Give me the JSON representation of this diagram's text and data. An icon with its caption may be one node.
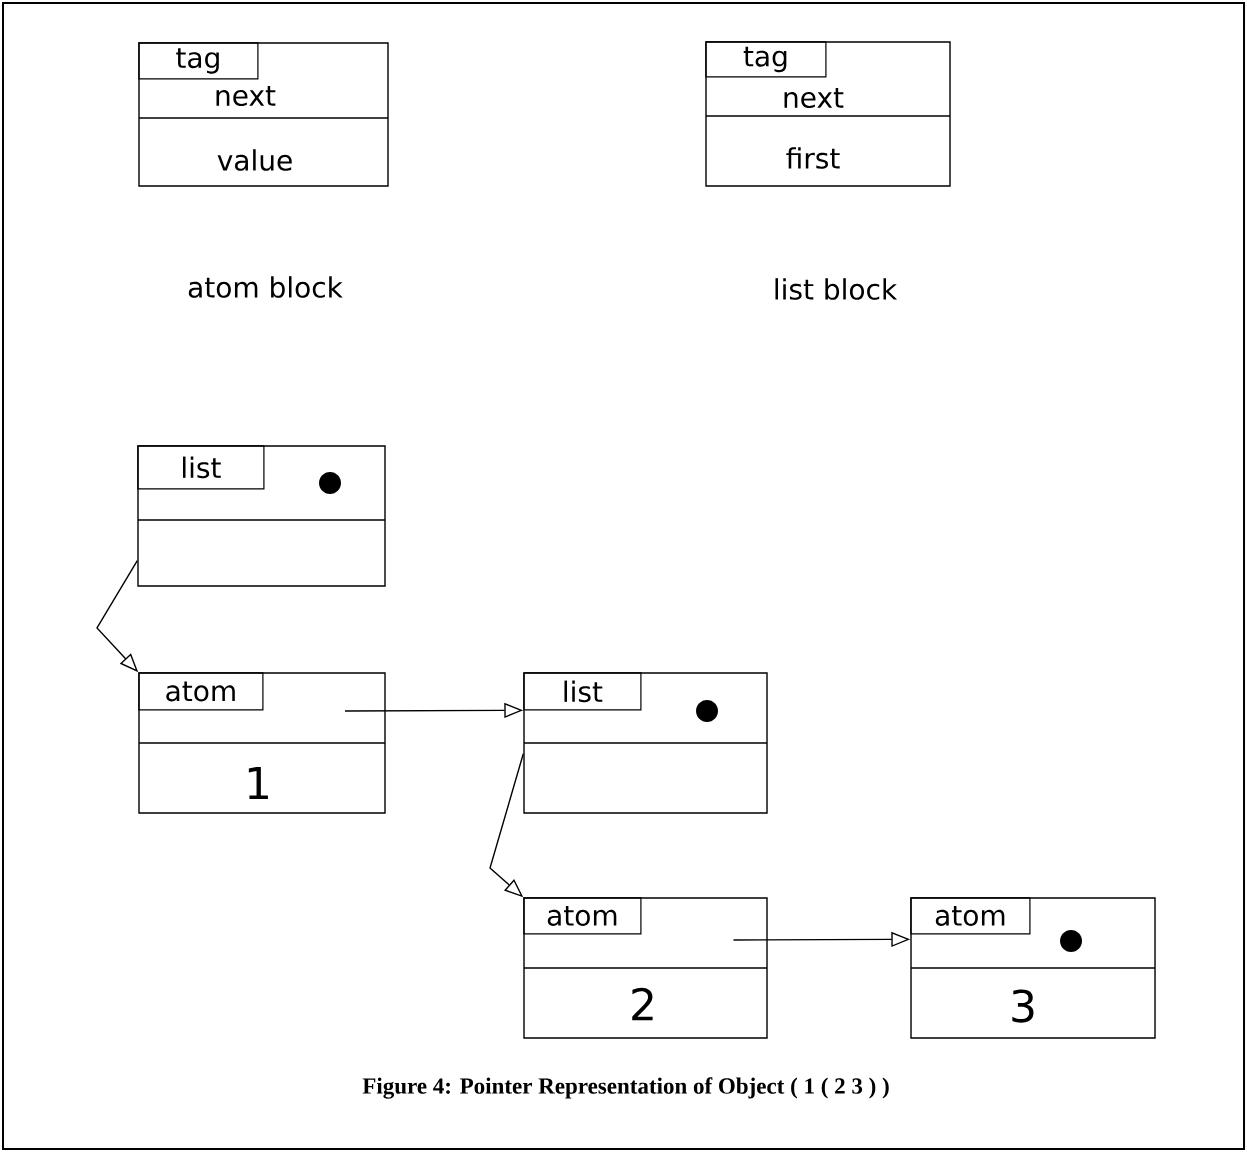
{
  "diagram": {
    "caption": "Figure 4: Pointer Representation of Object ( 1 ( 2 3 ) )",
    "nodes": [
      {
        "text": [
          "next",
          "value"
        ],
        "beside": [
          "atom block"
        ]
      },
      {
        "text": [
          "tag"
        ],
        "in": 0
      },
      {
        "text": [
          "next",
          "first"
        ],
        "beside": [
          "list block"
        ]
      },
      {
        "text": [
          "tag"
        ],
        "in": 2
      },
      {
        "text": [],
        "shape": "box"
      },
      {
        "text": [
          "list"
        ],
        "in": 4
      },
      {
        "text": [
          "1"
        ]
      },
      {
        "text": [
          "atom"
        ],
        "in": 6
      },
      {
        "text": [],
        "shape": "box"
      },
      {
        "text": [
          "list"
        ],
        "in": 8
      },
      {
        "text": [
          "2"
        ]
      },
      {
        "text": [
          "atom"
        ],
        "in": 10
      },
      {
        "text": [
          "3"
        ]
      },
      {
        "text": [
          "atom"
        ],
        "in": 12
      }
    ],
    "edges": [
      {
        "from": 4,
        "to": 6,
        "arrow": "to"
      },
      {
        "from": 6,
        "to": 8,
        "arrow": "to"
      },
      {
        "from": 8,
        "to": 10,
        "arrow": "to"
      },
      {
        "from": 10,
        "to": 12,
        "arrow": "to"
      }
    ]
  }
}
